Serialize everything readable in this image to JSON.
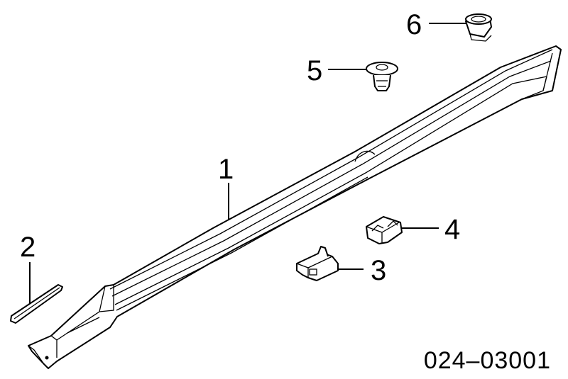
{
  "diagram": {
    "callouts": {
      "c1": "1",
      "c2": "2",
      "c3": "3",
      "c4": "4",
      "c5": "5",
      "c6": "6"
    },
    "reference_number": "024–03001"
  }
}
